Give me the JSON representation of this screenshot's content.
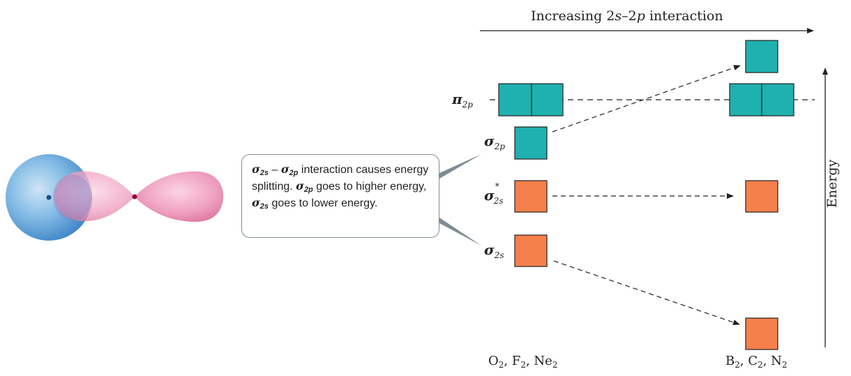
{
  "title": {
    "pre": "Increasing 2",
    "s": "s",
    "dash": "–2",
    "p": "p",
    "post": " interaction"
  },
  "energy_label": "Energy",
  "callout": {
    "sym1": "σ",
    "sub1": "2s",
    "sep": " – ",
    "sym2": "σ",
    "sub2": "2p",
    "text1": " interaction causes energy splitting. ",
    "sym3": "σ",
    "sub3": "2p",
    "text2": " goes to higher energy, ",
    "sym4": "σ",
    "sub4": "2s",
    "text3": " goes to lower energy."
  },
  "orbital_labels": {
    "pi2p": {
      "sym": "π",
      "sub": "2p"
    },
    "sigma2p": {
      "sym": "σ",
      "sub": "2p"
    },
    "sigma2s_star": {
      "sym": "σ",
      "sub": "2s",
      "sup": "*"
    },
    "sigma2s": {
      "sym": "σ",
      "sub": "2s"
    }
  },
  "molecules": {
    "left": {
      "a": "O",
      "a_sub": "2",
      "b": ", F",
      "b_sub": "2",
      "c": ", Ne",
      "c_sub": "2"
    },
    "right": {
      "a": "B",
      "a_sub": "2",
      "b": ", C",
      "b_sub": "2",
      "c": ", N",
      "c_sub": "2"
    }
  },
  "colors": {
    "teal": "#1fb1af",
    "orange": "#f5804b",
    "blue": "#5fa3d8",
    "pink": "#ee8fb6",
    "line": "#231f20"
  }
}
